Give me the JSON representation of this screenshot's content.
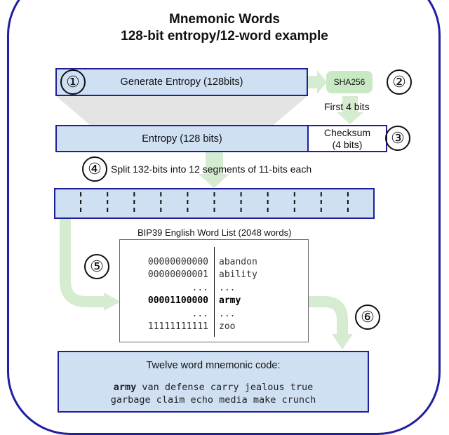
{
  "title": {
    "line1": "Mnemonic Words",
    "line2": "128-bit entropy/12-word example"
  },
  "steps": {
    "s1": "①",
    "s2": "②",
    "s3": "③",
    "s4": "④",
    "s5": "⑤",
    "s6": "⑥"
  },
  "generate_entropy": "Generate Entropy (128bits)",
  "sha256": "SHA256",
  "first_bits": "First 4 bits",
  "entropy": "Entropy (128 bits)",
  "checksum": {
    "line1": "Checksum",
    "line2": "(4 bits)"
  },
  "split_text": "Split 132-bits into 12 segments of 11-bits each",
  "segment_count": 12,
  "wordlist": {
    "title": "BIP39 English Word List (2048 words)",
    "rows": [
      {
        "bin": "00000000000",
        "word": "abandon",
        "bold": false
      },
      {
        "bin": "00000000001",
        "word": "ability",
        "bold": false
      },
      {
        "bin": "...",
        "word": "...",
        "bold": false
      },
      {
        "bin": "00001100000",
        "word": "army",
        "bold": true
      },
      {
        "bin": "...",
        "word": "...",
        "bold": false
      },
      {
        "bin": "11111111111",
        "word": "zoo",
        "bold": false
      }
    ]
  },
  "mnemonic": {
    "heading": "Twelve word mnemonic code:",
    "first_word": "army",
    "line1_rest": " van defense carry jealous true",
    "line2": "garbage claim echo media make crunch"
  },
  "colors": {
    "box_fill": "#cfe0f3",
    "box_border": "#1f1f9c",
    "arrow_green": "#d6ecd0",
    "frame": "#1f1fa0"
  }
}
